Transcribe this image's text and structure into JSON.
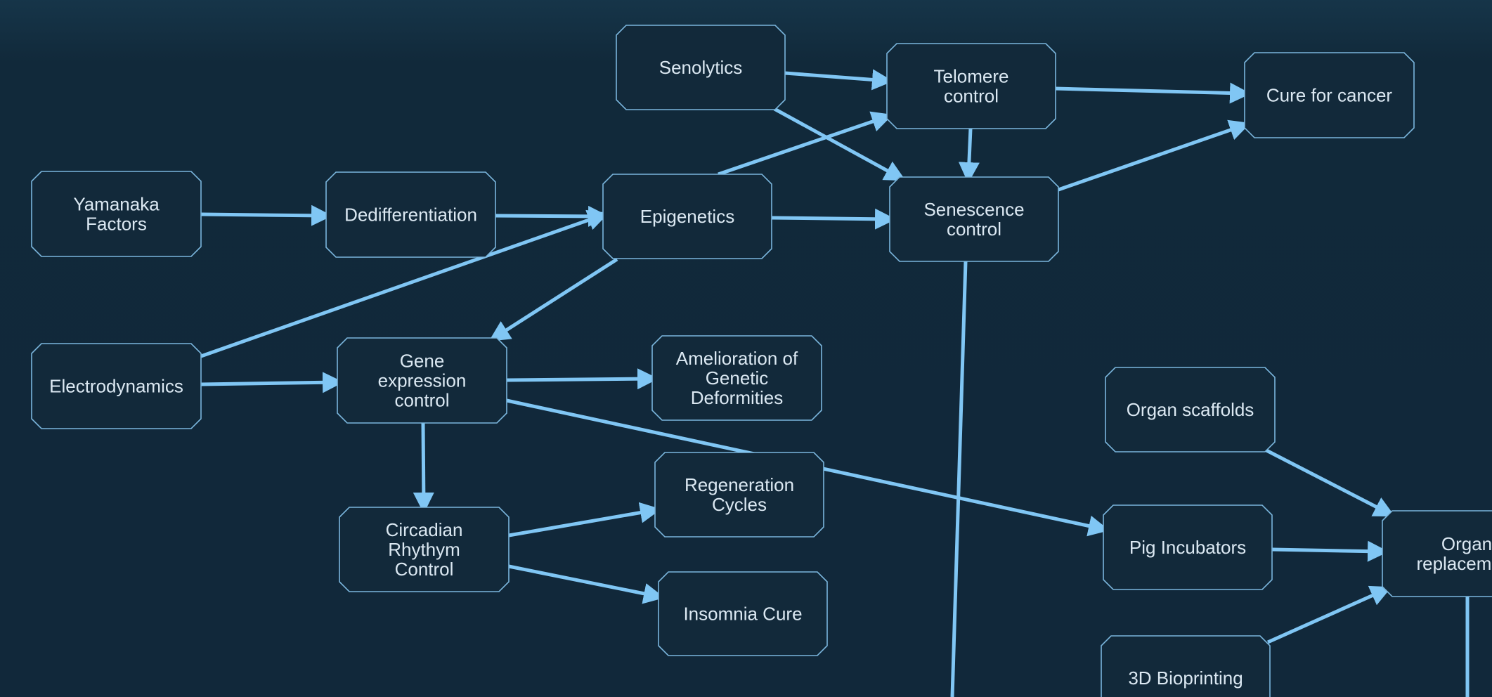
{
  "diagram": {
    "colors": {
      "background": "#12293a",
      "node_fill": "#12293a",
      "node_border": "#7ab5dc",
      "edge": "#80c6f4",
      "text": "#dbe8f2"
    },
    "nodes": [
      {
        "id": "senolytics",
        "label": "Senolytics"
      },
      {
        "id": "telomere-control",
        "label": "Telomere control"
      },
      {
        "id": "cure-for-cancer",
        "label": "Cure for cancer"
      },
      {
        "id": "yamanaka-factors",
        "label": "Yamanaka Factors"
      },
      {
        "id": "dedifferentiation",
        "label": "Dedifferentiation"
      },
      {
        "id": "epigenetics",
        "label": "Epigenetics"
      },
      {
        "id": "senescence-control",
        "label": "Senescence control"
      },
      {
        "id": "electrodynamics",
        "label": "Electrodynamics"
      },
      {
        "id": "gene-expression-control",
        "label": "Gene expression control"
      },
      {
        "id": "amelioration-genetic-deformities",
        "label": "Amelioration of Genetic Deformities"
      },
      {
        "id": "organ-scaffolds",
        "label": "Organ scaffolds"
      },
      {
        "id": "regeneration-cycles",
        "label": "Regeneration Cycles"
      },
      {
        "id": "circadian-rhythm-control",
        "label": "Circadian Rhythym Control"
      },
      {
        "id": "pig-incubators",
        "label": "Pig Incubators"
      },
      {
        "id": "organ-replacement",
        "label": "Organ replacement"
      },
      {
        "id": "insomnia-cure",
        "label": "Insomnia Cure"
      },
      {
        "id": "3d-bioprinting",
        "label": "3D Bioprinting"
      }
    ],
    "edges": [
      {
        "from": "senolytics",
        "to": "telomere-control"
      },
      {
        "from": "senolytics",
        "to": "senescence-control"
      },
      {
        "from": "telomere-control",
        "to": "cure-for-cancer"
      },
      {
        "from": "senescence-control",
        "to": "cure-for-cancer"
      },
      {
        "from": "telomere-control",
        "to": "senescence-control"
      },
      {
        "from": "yamanaka-factors",
        "to": "dedifferentiation"
      },
      {
        "from": "dedifferentiation",
        "to": "epigenetics"
      },
      {
        "from": "epigenetics",
        "to": "telomere-control"
      },
      {
        "from": "epigenetics",
        "to": "senescence-control"
      },
      {
        "from": "electrodynamics",
        "to": "epigenetics"
      },
      {
        "from": "epigenetics",
        "to": "gene-expression-control"
      },
      {
        "from": "electrodynamics",
        "to": "gene-expression-control"
      },
      {
        "from": "gene-expression-control",
        "to": "amelioration-genetic-deformities"
      },
      {
        "from": "gene-expression-control",
        "to": "pig-incubators"
      },
      {
        "from": "gene-expression-control",
        "to": "circadian-rhythm-control"
      },
      {
        "from": "circadian-rhythm-control",
        "to": "regeneration-cycles"
      },
      {
        "from": "circadian-rhythm-control",
        "to": "insomnia-cure"
      },
      {
        "from": "organ-scaffolds",
        "to": "organ-replacement"
      },
      {
        "from": "pig-incubators",
        "to": "organ-replacement"
      },
      {
        "from": "3d-bioprinting",
        "to": "organ-replacement"
      },
      {
        "from": "senescence-control",
        "to": "offscreen-below"
      },
      {
        "from": "organ-replacement",
        "to": "offscreen-below"
      }
    ]
  }
}
